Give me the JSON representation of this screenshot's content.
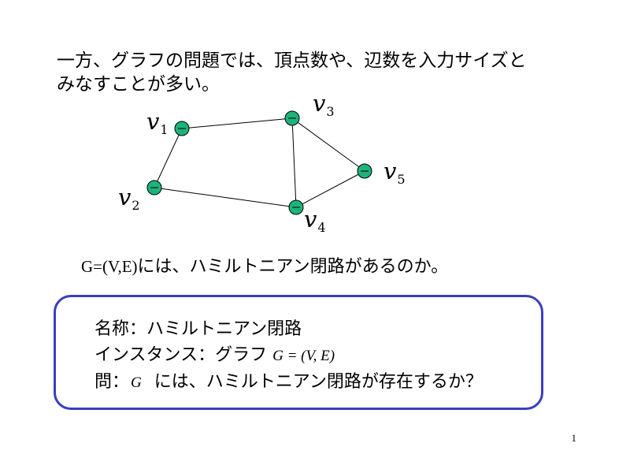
{
  "intro": {
    "line1": "一方、グラフの問題では、頂点数や、辺数を入力サイズと",
    "line2": "みなすことが多い。"
  },
  "graph": {
    "vertices": [
      {
        "id": "v1",
        "letter": "v",
        "subscript": "1"
      },
      {
        "id": "v2",
        "letter": "v",
        "subscript": "2"
      },
      {
        "id": "v3",
        "letter": "v",
        "subscript": "3"
      },
      {
        "id": "v4",
        "letter": "v",
        "subscript": "4"
      },
      {
        "id": "v5",
        "letter": "v",
        "subscript": "5"
      }
    ],
    "edges": [
      [
        "v1",
        "v3"
      ],
      [
        "v1",
        "v2"
      ],
      [
        "v2",
        "v4"
      ],
      [
        "v3",
        "v4"
      ],
      [
        "v3",
        "v5"
      ],
      [
        "v4",
        "v5"
      ]
    ],
    "node_color": "#1db37a",
    "node_stroke": "#000000",
    "edge_color": "#000000"
  },
  "question": {
    "prefix": "G=(V,E)",
    "text": "には、ハミルトニアン閉路があるのか。"
  },
  "problem": {
    "border_color": "#3a3fbf",
    "name_label": "名称：",
    "name_value": "ハミルトニアン閉路",
    "instance_label": "インスタンス：グラフ",
    "instance_math": "G = (V, E)",
    "question_label": "問：",
    "question_math": "G",
    "question_text": "には、ハミルトニアン閉路が存在するか？"
  },
  "page_number": "1"
}
